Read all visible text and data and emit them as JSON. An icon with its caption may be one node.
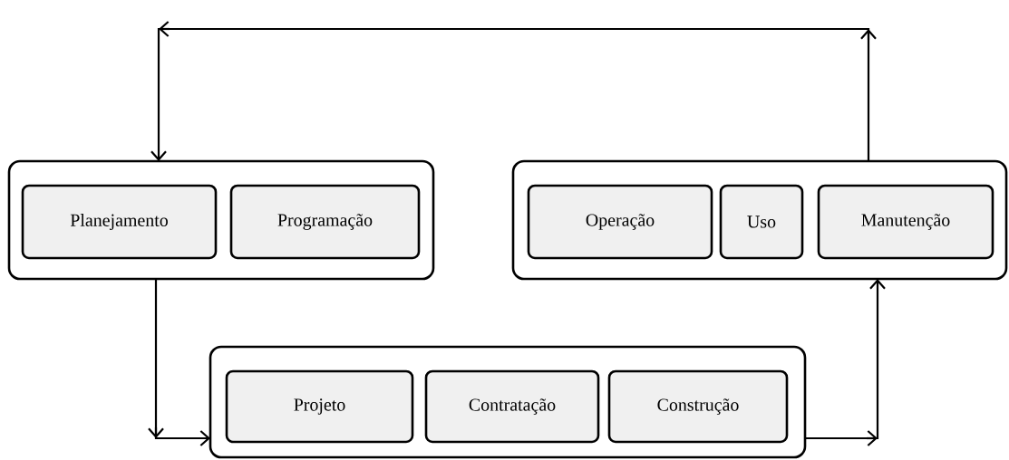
{
  "diagram": {
    "nodes": [
      {
        "text": [],
        "shape": "box"
      },
      {
        "text": [
          "Planejamento"
        ],
        "in": 0
      },
      {
        "text": [
          "Programação"
        ],
        "in": 0
      },
      {
        "text": [],
        "shape": "box"
      },
      {
        "text": [
          "Operação"
        ],
        "in": 3
      },
      {
        "text": [
          "Uso"
        ],
        "in": 3
      },
      {
        "text": [
          "Manutenção"
        ],
        "in": 3
      },
      {
        "text": [],
        "shape": "box"
      },
      {
        "text": [
          "Projeto"
        ],
        "in": 7
      },
      {
        "text": [
          "Contratação"
        ],
        "in": 7
      },
      {
        "text": [
          "Construção"
        ],
        "in": 7
      }
    ],
    "edges": [
      {
        "from": 0,
        "to": 7,
        "arrow": "to"
      },
      {
        "from": 7,
        "to": 3,
        "arrow": "to"
      },
      {
        "from": 3,
        "to": 0,
        "arrow": "to"
      }
    ]
  }
}
